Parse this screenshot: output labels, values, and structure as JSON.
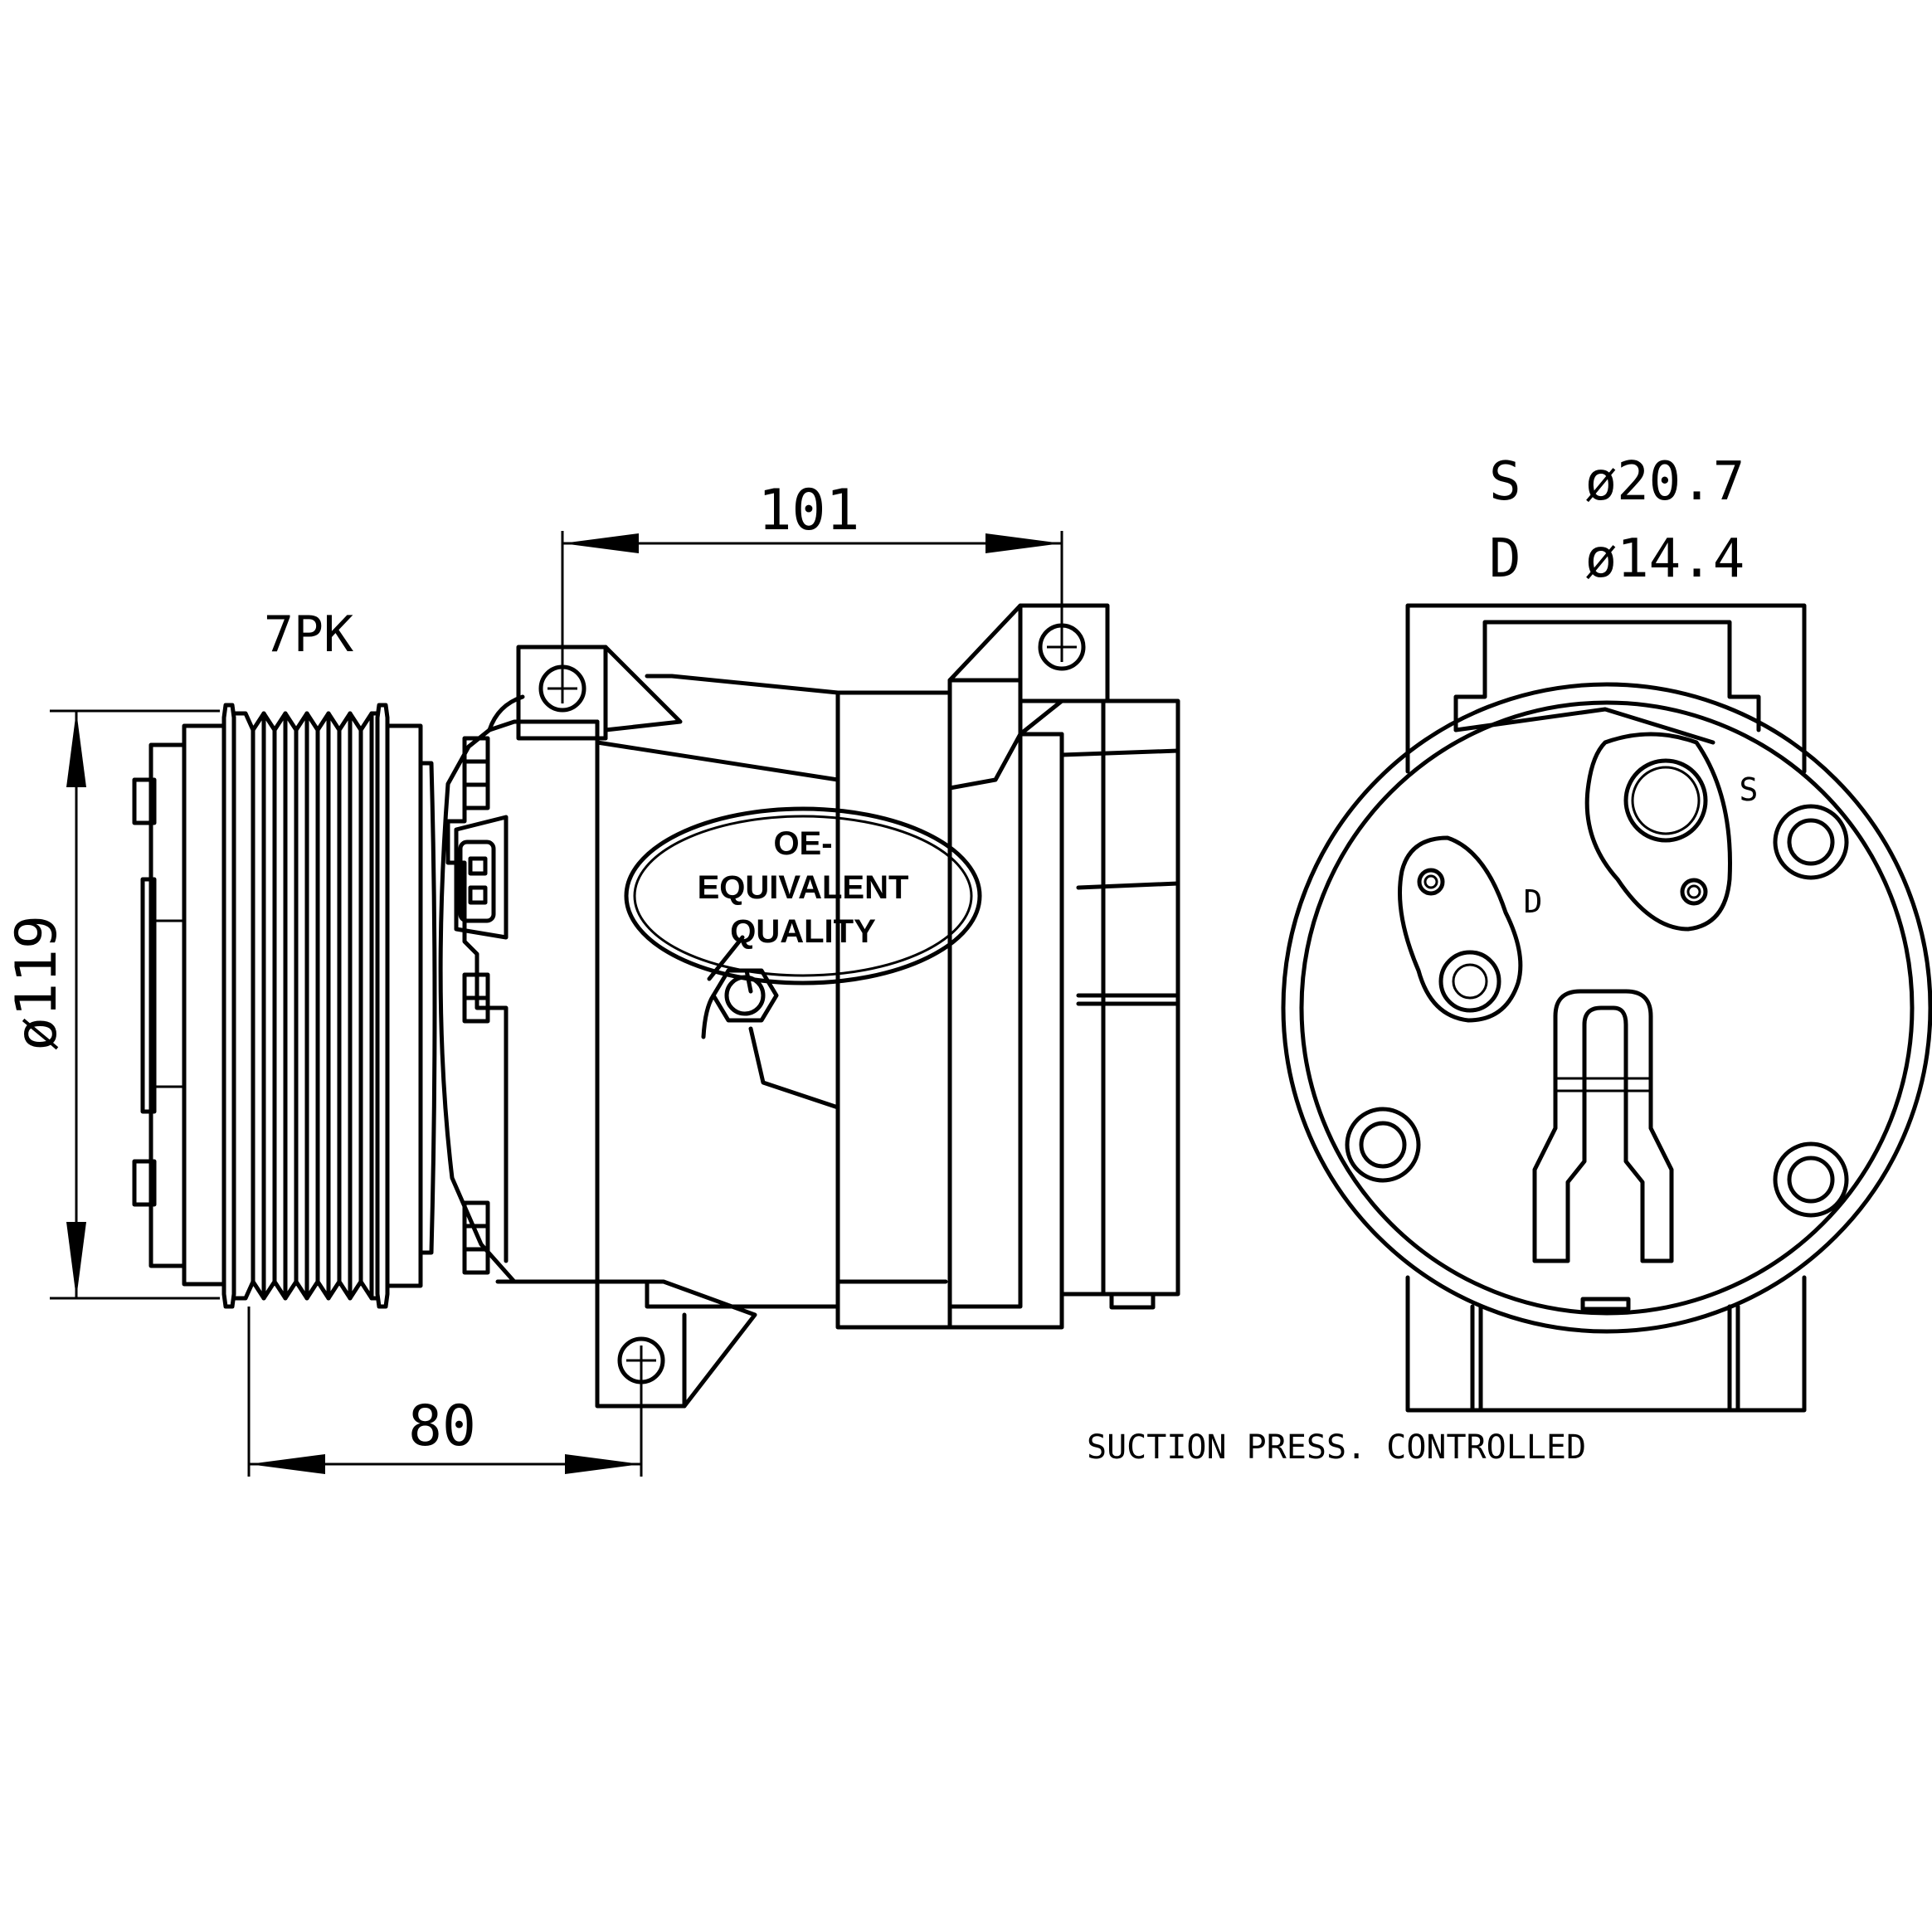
{
  "labels": {
    "belt": "7PK",
    "diameter": "ø119",
    "length_top": "101",
    "length_bottom": "80",
    "suction": "S  ø20.7",
    "discharge": "D  ø14.4",
    "control": "SUCTION PRESS. CONTROLLED",
    "port_s": "S",
    "port_d": "D"
  },
  "badge": {
    "line1": "OE-",
    "line2": "EQUIVALENT",
    "line3": "QUALITY"
  }
}
